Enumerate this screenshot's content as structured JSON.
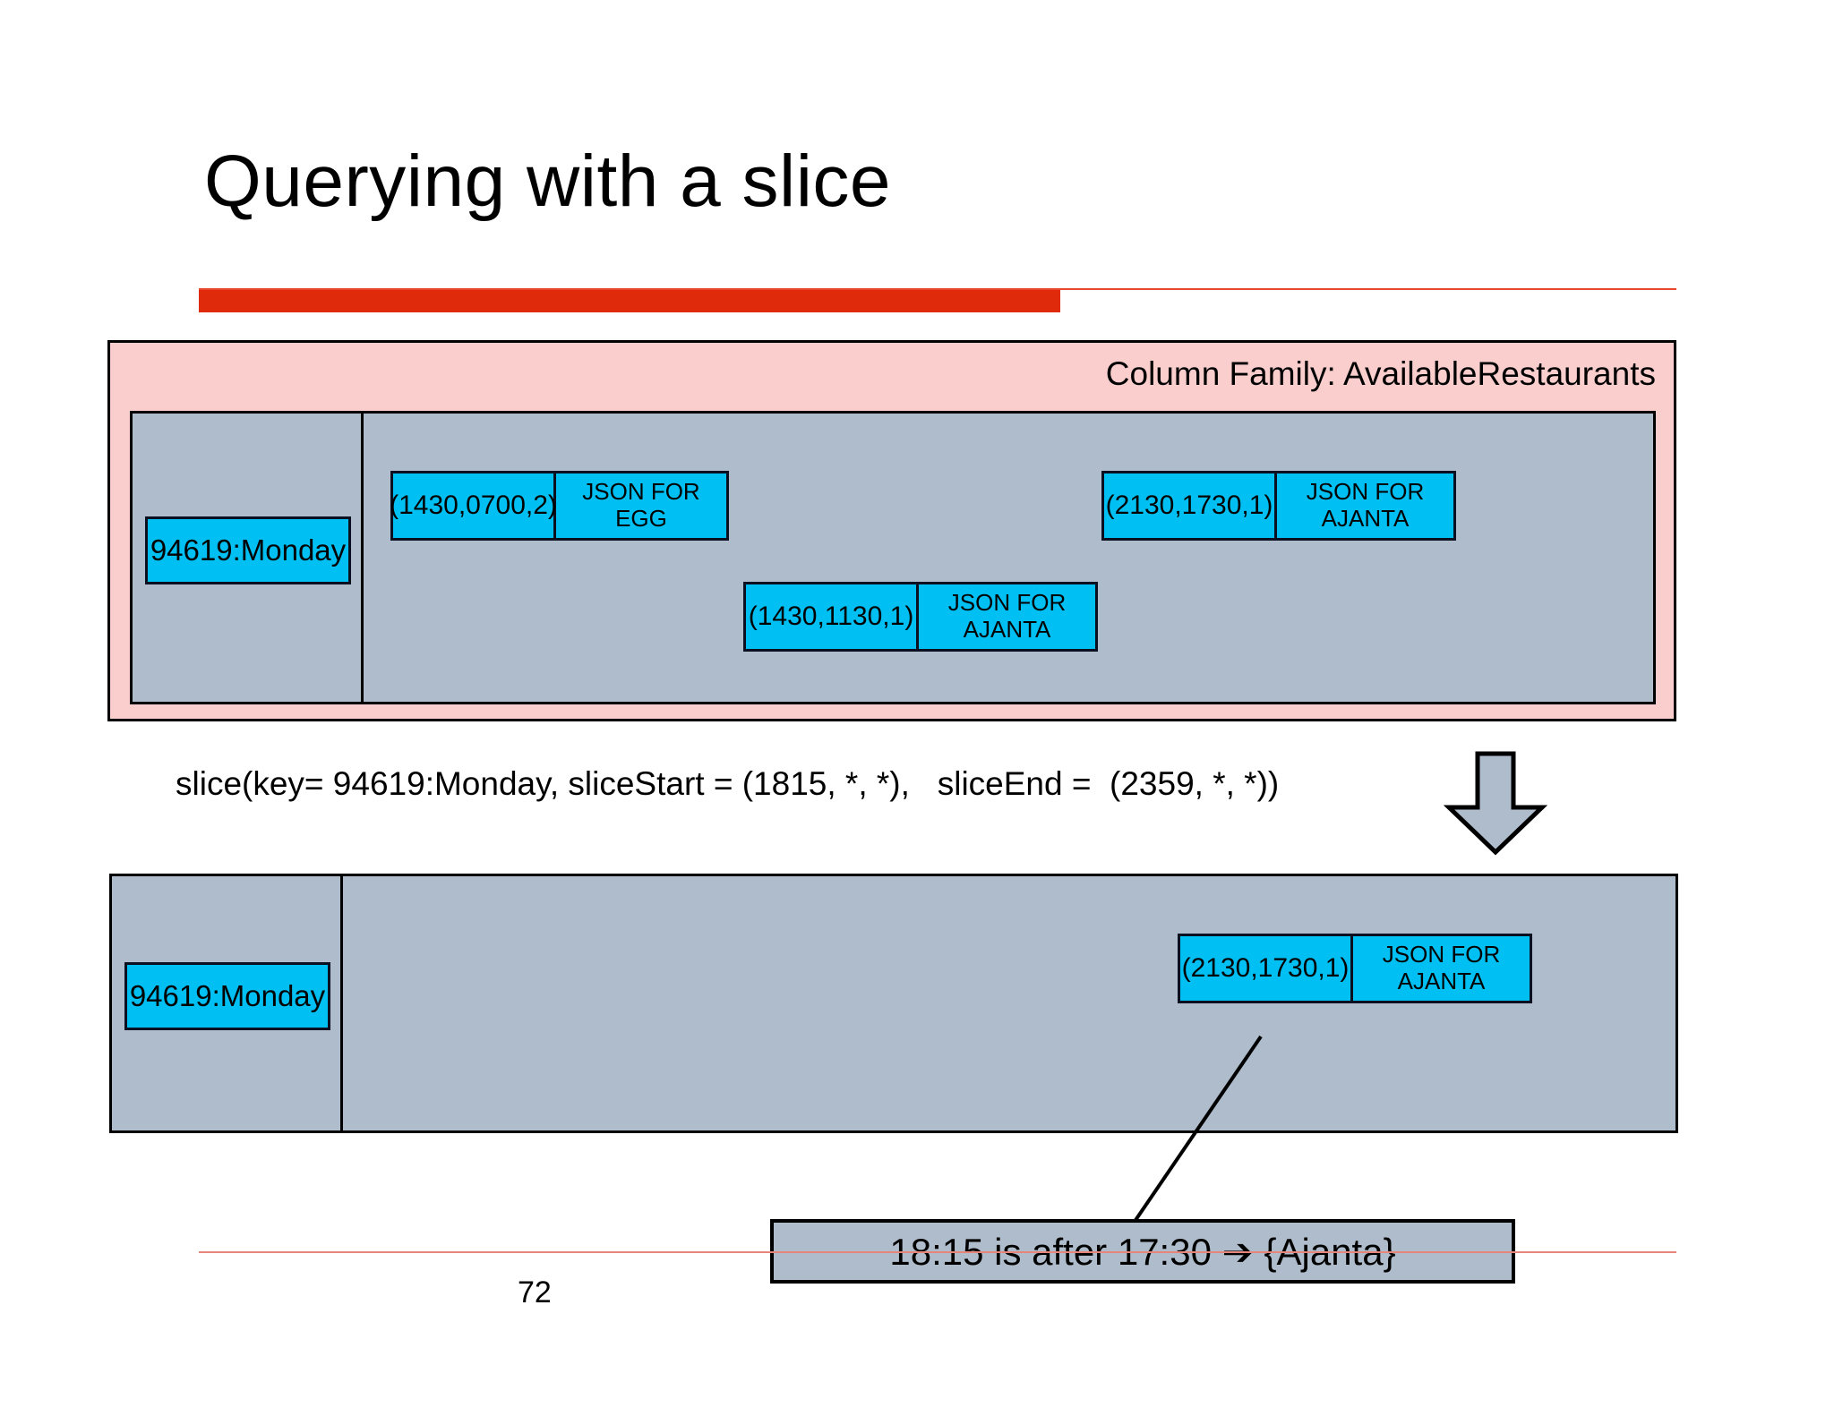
{
  "slide": {
    "title": "Querying with a slice",
    "page_number": "72",
    "accent_color": "#DF2A0B",
    "panel_color": "#FBCECE",
    "table_color": "#AEBCCC",
    "cell_color": "#00C0F3"
  },
  "column_family": {
    "label": "Column Family: AvailableRestaurants",
    "row_key": "94619:Monday",
    "cells": [
      {
        "name": "(1430,0700,2)",
        "value": "JSON FOR\nEGG"
      },
      {
        "name": "(2130,1730,1)",
        "value": "JSON FOR\nAJANTA"
      },
      {
        "name": "(1430,1130,1)",
        "value": "JSON FOR\nAJANTA"
      }
    ]
  },
  "query": {
    "text": "slice(key= 94619:Monday, sliceStart = (1815, *, *),   sliceEnd =  (2359, *, *))",
    "arrow_icon": "down-arrow-icon"
  },
  "result": {
    "row_key": "94619:Monday",
    "cells": [
      {
        "name": "(2130,1730,1)",
        "value": "JSON FOR\nAJANTA"
      }
    ]
  },
  "callout": {
    "text": "18:15 is after 17:30 ➔ {Ajanta}"
  }
}
